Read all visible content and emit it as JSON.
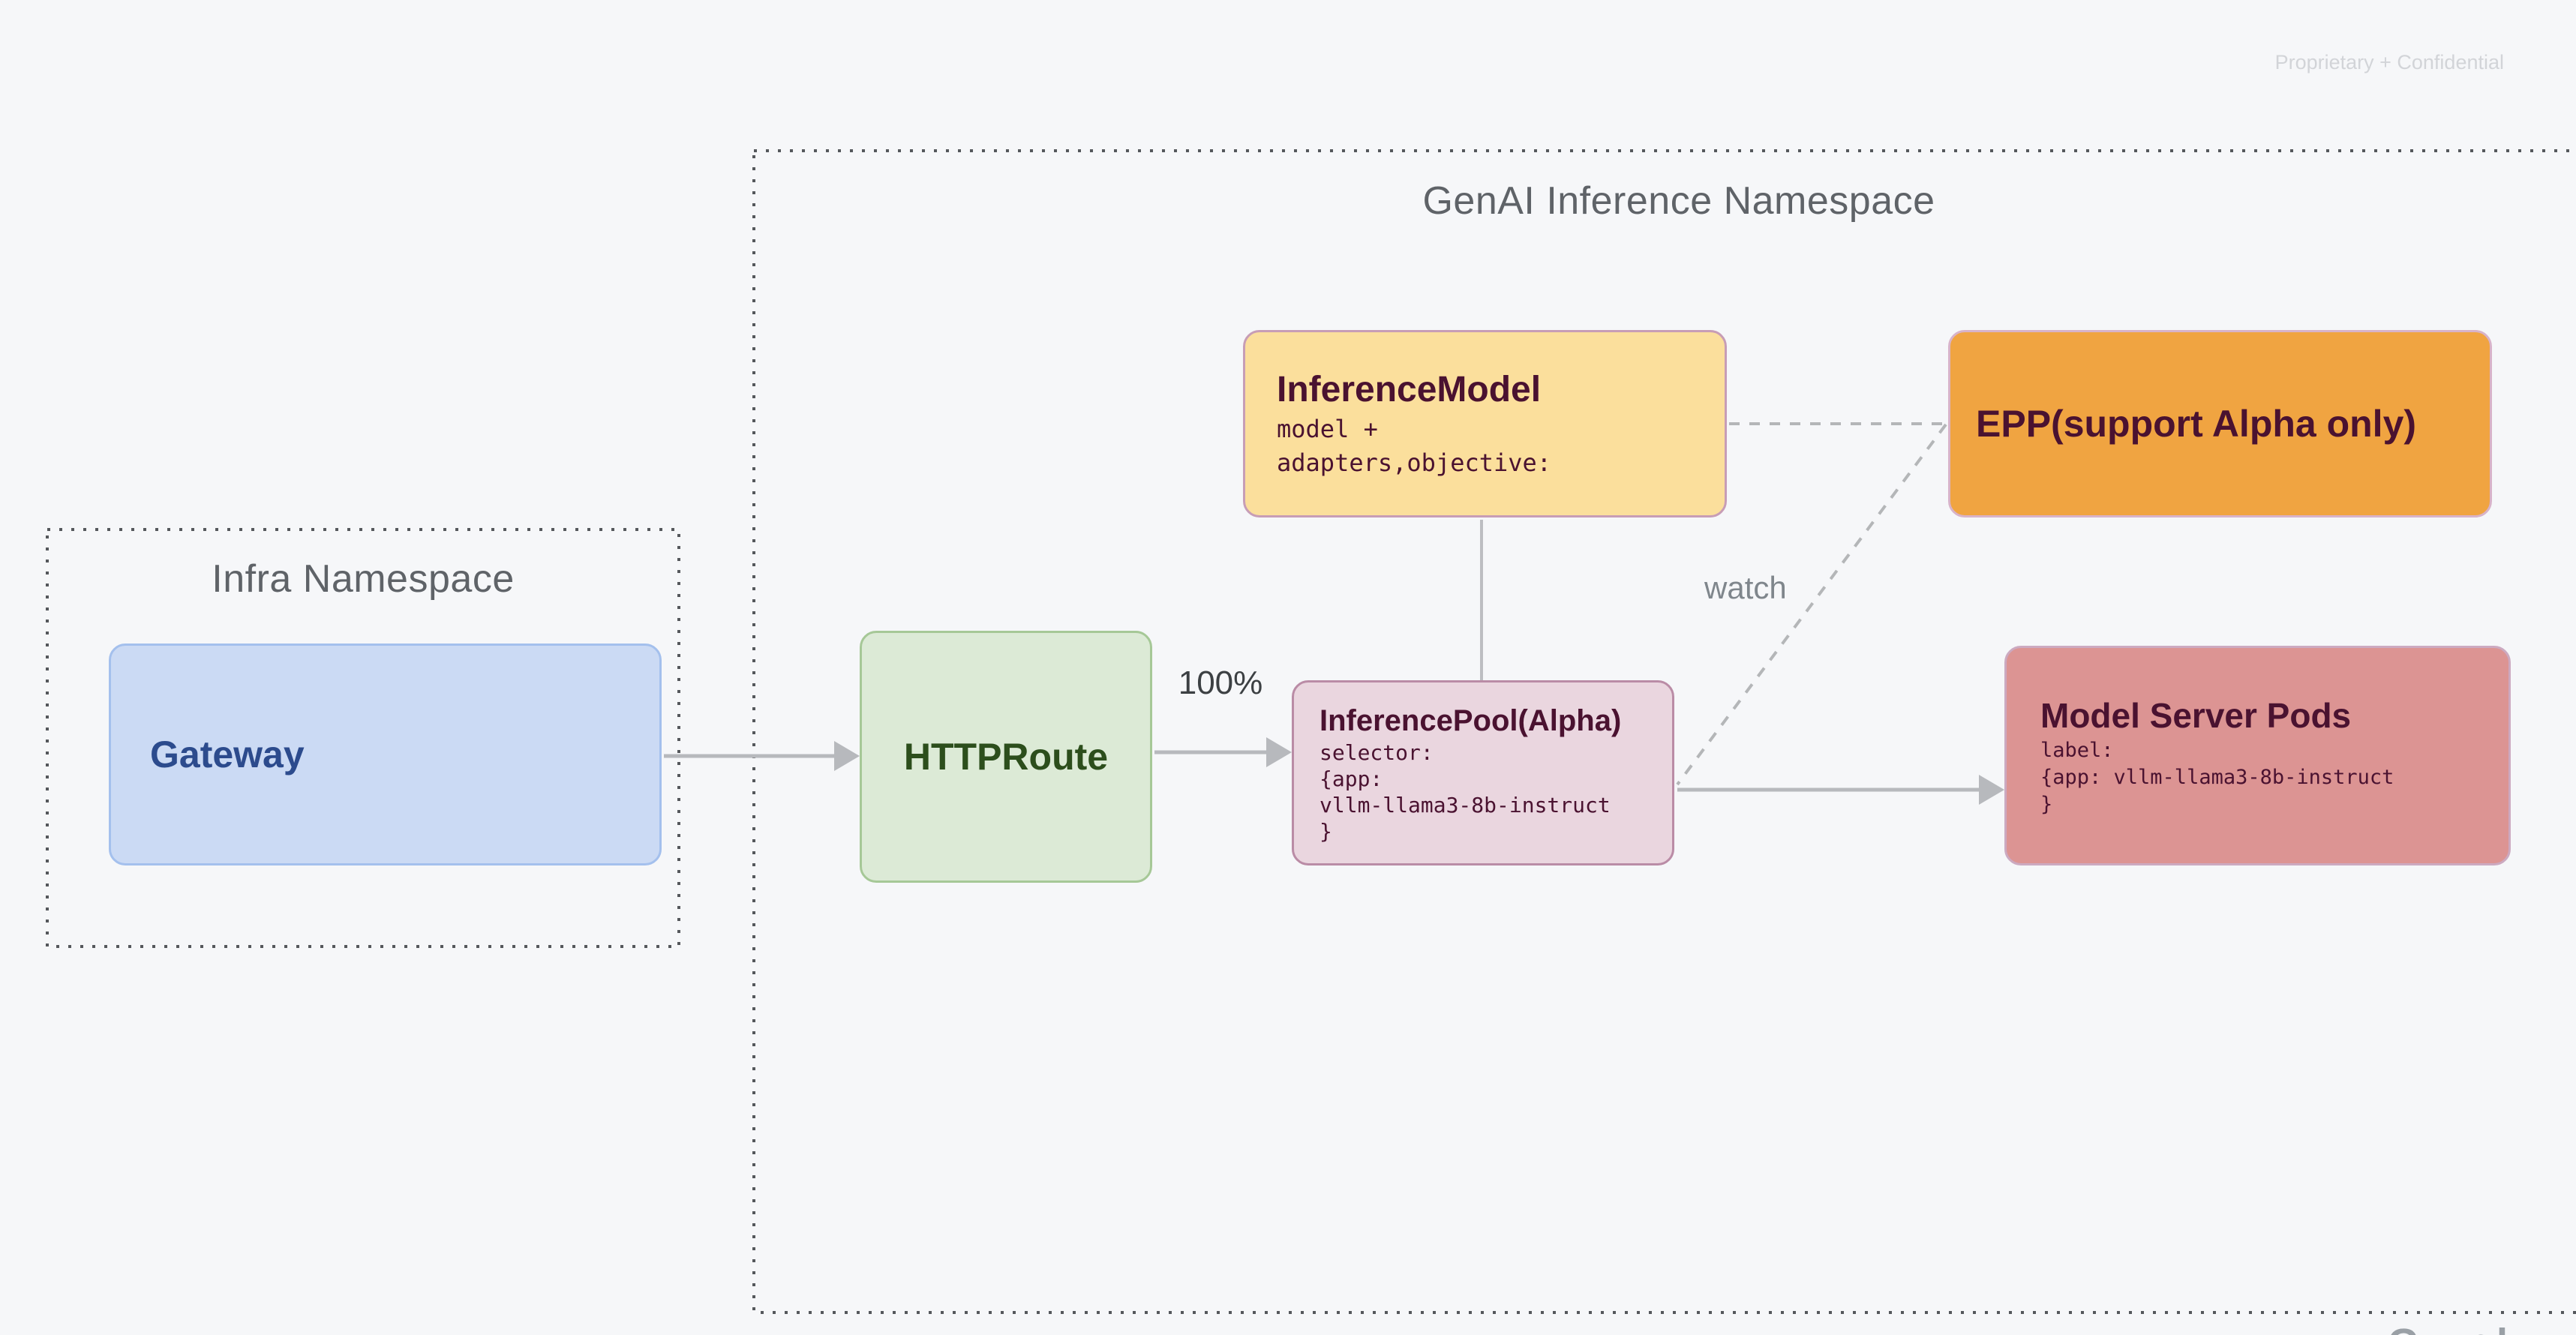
{
  "watermark": "Proprietary + Confidential",
  "footer_logo": "Google",
  "namespaces": {
    "infra": {
      "title": "Infra Namespace"
    },
    "genai": {
      "title": "GenAI Inference Namespace"
    }
  },
  "nodes": {
    "gateway": {
      "label": "Gateway"
    },
    "httproute": {
      "label": "HTTPRoute"
    },
    "inference_model": {
      "title": "InferenceModel",
      "code": [
        "model +",
        "adapters,objective:"
      ]
    },
    "epp": {
      "label": "EPP(support Alpha only)"
    },
    "inference_pool": {
      "title": "InferencePool(Alpha)",
      "code": [
        "selector:",
        "{app:",
        "vllm-llama3-8b-instruct",
        "}"
      ]
    },
    "model_server_pods": {
      "title": "Model Server Pods",
      "code": [
        "label:",
        "{app: vllm-llama3-8b-instruct",
        "}"
      ]
    }
  },
  "edges": {
    "weight_label": "100%",
    "watch_label": "watch"
  },
  "colors": {
    "background": "#F6F7F9",
    "namespace_dotted_border": "#55585C",
    "namespace_title_text": "#5F6368",
    "connector_gray": "#B7B9BD",
    "dashed_gray": "#B4B6B8",
    "gateway_fill": "#CBDAF4",
    "gateway_border": "#A4C0ED",
    "gateway_text": "#2C4B8D",
    "httproute_fill": "#DCEAD6",
    "httproute_border": "#A6C897",
    "httproute_text": "#2C4E1C",
    "inference_model_fill": "#FBDF9C",
    "epp_fill": "#F0A441",
    "inference_pool_fill": "#EAD6DF",
    "model_server_fill": "#DC9493",
    "box_accent_border": "#C79DB6",
    "box_text_dark": "#4A1230",
    "watermark_text": "#D2D4D8"
  }
}
